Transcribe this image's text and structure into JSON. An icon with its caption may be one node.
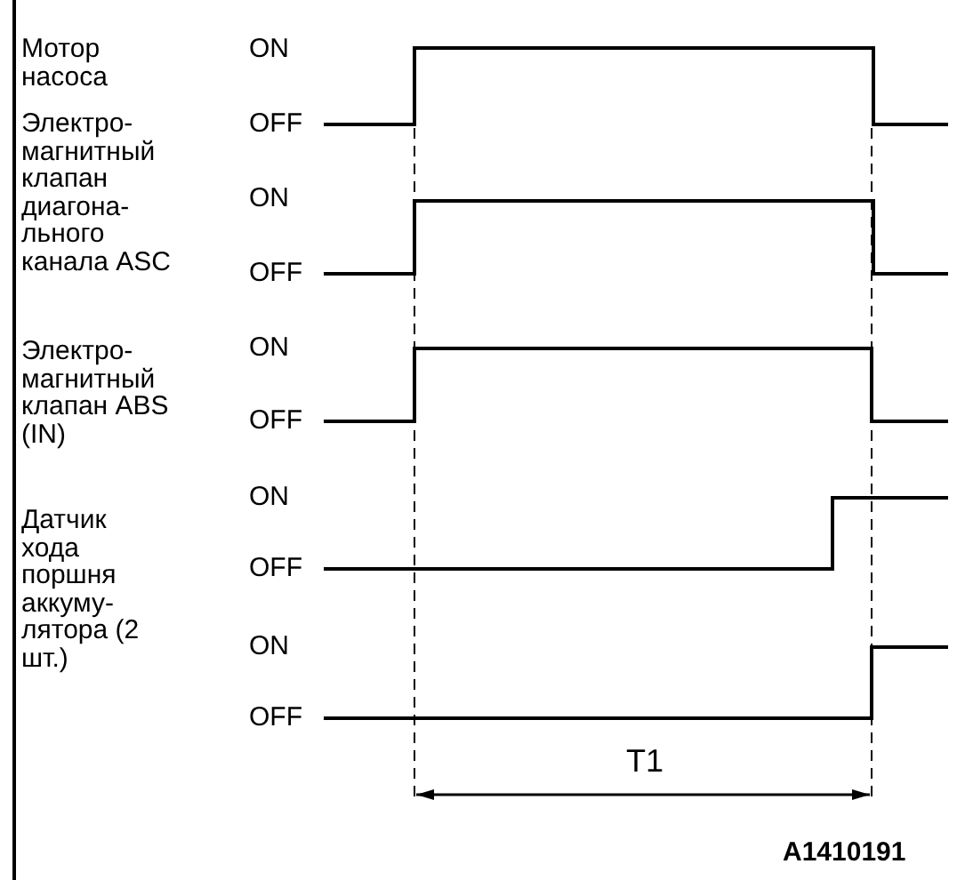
{
  "diagram": {
    "labels": [
      "Мотор насоса",
      "ON",
      "OFF",
      "Электро- магнитный клапан диагона- льного канала ASC",
      "ON",
      "OFF",
      "Электро- магнитный клапан ABS (IN)",
      "ON",
      "OFF",
      "Датчик хода поршня аккуму- лятора (2 шт.)",
      "ON",
      "OFF",
      "ON",
      "OFF",
      "T1",
      "A1410191"
    ]
  }
}
